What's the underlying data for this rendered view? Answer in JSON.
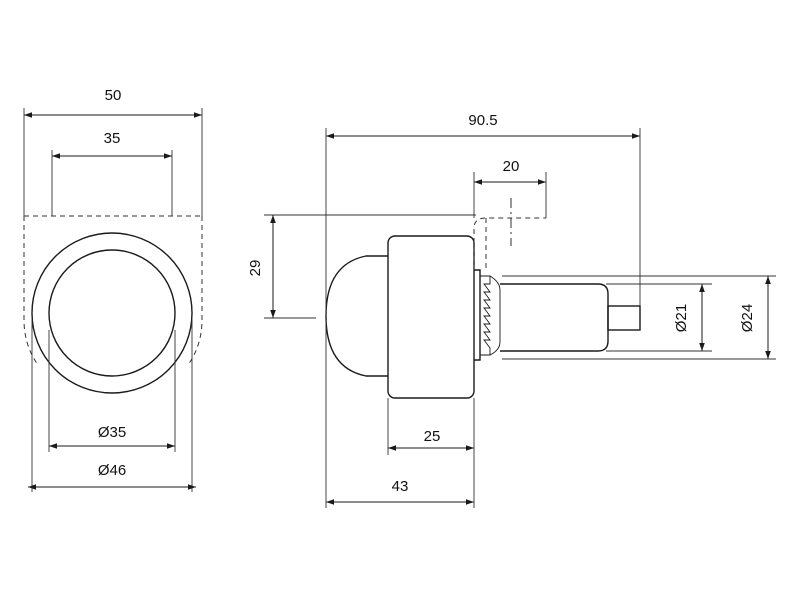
{
  "dimensions": {
    "front_width_outer": "50",
    "front_width_inner": "35",
    "front_dia_inner": "Ø35",
    "front_dia_outer": "Ø46",
    "overall_length": "90.5",
    "lever_width": "20",
    "lever_height": "29",
    "thread_dia": "Ø21",
    "body_dia": "Ø24",
    "body_length": "25",
    "head_length": "43"
  },
  "colors": {
    "line": "#1a1a1a",
    "background": "#ffffff"
  }
}
